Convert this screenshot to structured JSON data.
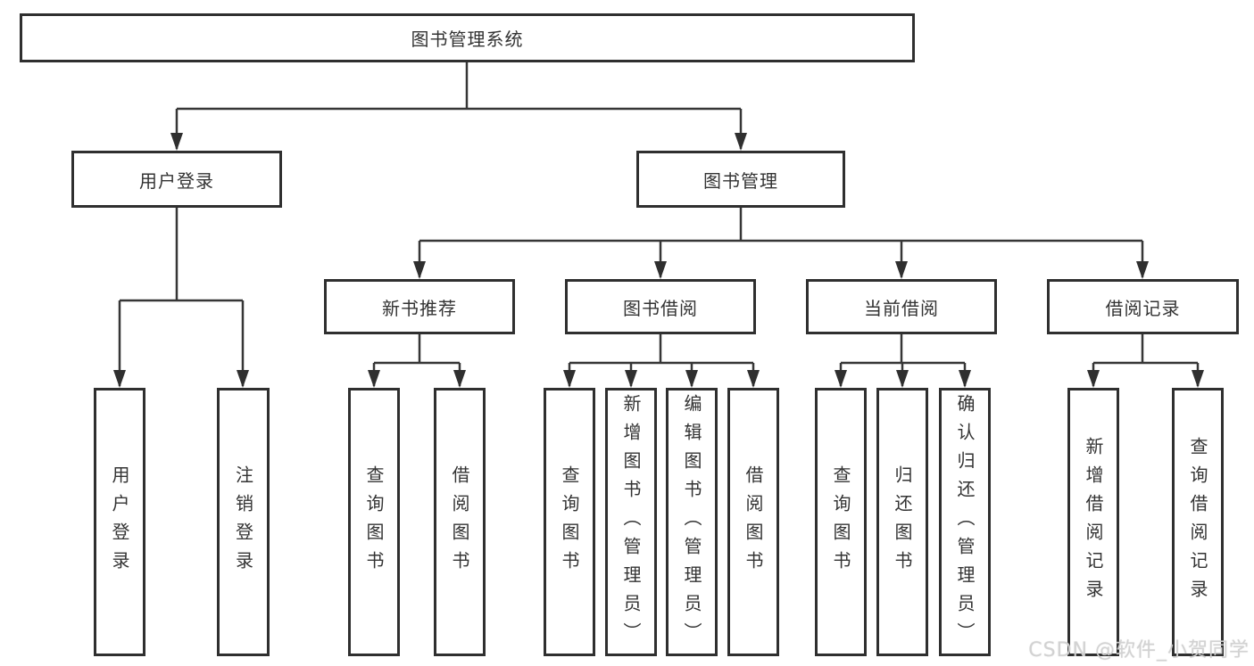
{
  "diagram": {
    "root": "图书管理系统",
    "user_login_branch": {
      "label": "用户登录",
      "children": [
        "用户登录",
        "注销登录"
      ]
    },
    "book_mgmt_branch": {
      "label": "图书管理",
      "sections": [
        {
          "label": "新书推荐",
          "children": [
            "查询图书",
            "借阅图书"
          ]
        },
        {
          "label": "图书借阅",
          "children": [
            "查询图书",
            "新增图书（管理员）",
            "编辑图书（管理员）",
            "借阅图书"
          ]
        },
        {
          "label": "当前借阅",
          "children": [
            "查询图书",
            "归还图书",
            "确认归还（管理员）"
          ]
        },
        {
          "label": "借阅记录",
          "children": [
            "新增借阅记录",
            "查询借阅记录"
          ]
        }
      ]
    }
  },
  "watermark": "CSDN @软件_小贺同学",
  "colors": {
    "line": "#363636",
    "box_border": "#2f2f2f",
    "text": "#333333",
    "background": "#ffffff",
    "watermark": "#d2d2d2"
  }
}
